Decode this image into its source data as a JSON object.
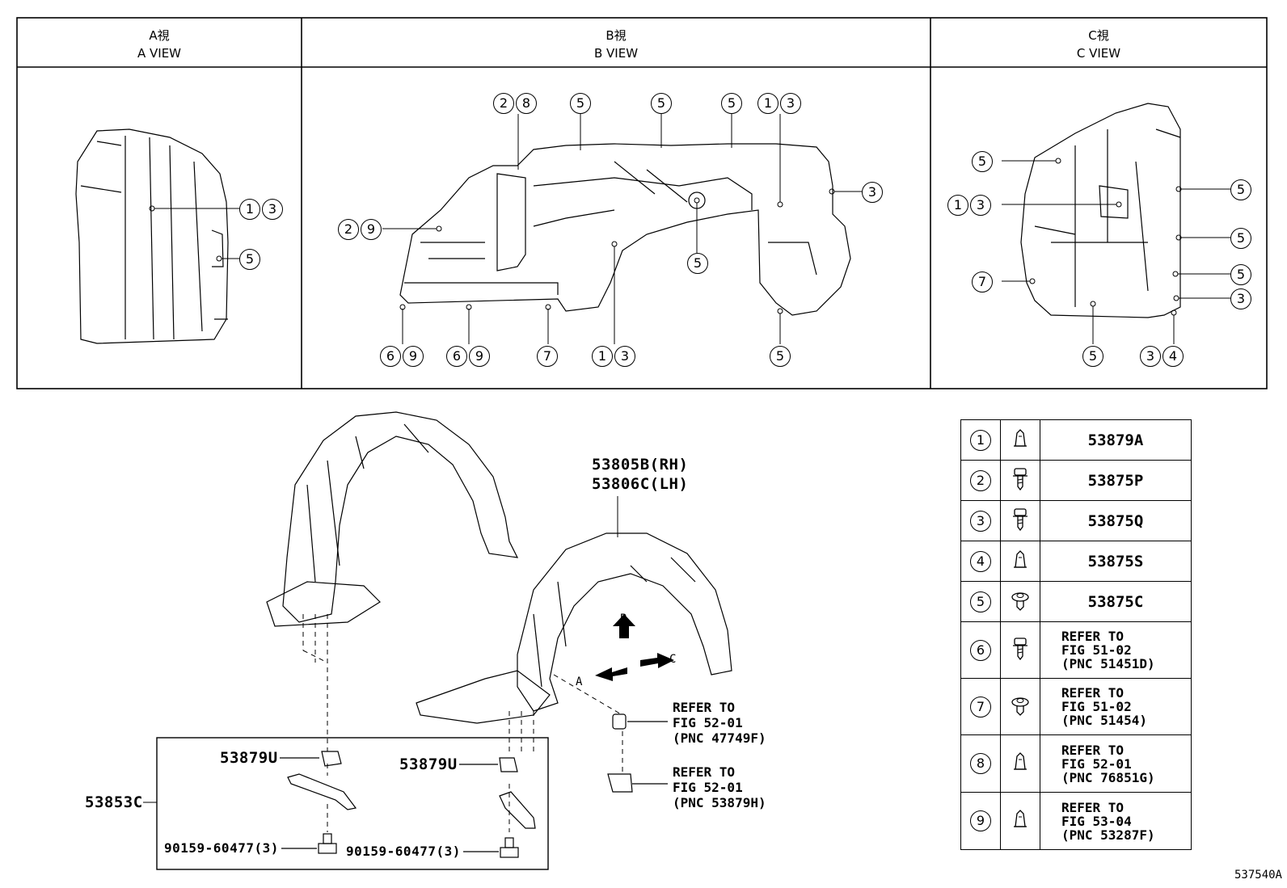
{
  "views": [
    {
      "jp": "A視",
      "en": "A VIEW"
    },
    {
      "jp": "B視",
      "en": "B VIEW"
    },
    {
      "jp": "C視",
      "en": "C VIEW"
    }
  ],
  "callouts": {
    "a_13": "13",
    "a_5": "5",
    "b_28": "28",
    "b_5a": "5",
    "b_5b": "5",
    "b_5c": "5",
    "b_13a": "13",
    "b_3": "3",
    "b_29": "29",
    "b_5d": "5",
    "b_69a": "69",
    "b_69b": "69",
    "b_7": "7",
    "b_13b": "13",
    "b_5e": "5",
    "c_5a": "5",
    "c_13": "13",
    "c_7": "7",
    "c_5b": "5",
    "c_34": "34",
    "c_5r1": "5",
    "c_5r2": "5",
    "c_5r3": "5",
    "c_3r": "3"
  },
  "main": {
    "liner_rh": "53805B(RH)",
    "liner_lh": "53806C(LH)",
    "clip_left": "53879U",
    "clip_right": "53879U",
    "bracket": "53853C",
    "bolt_left": "90159-60477(3)",
    "bolt_right": "90159-60477(3)",
    "arrow_a": "A",
    "arrow_b": "B",
    "arrow_c": "C",
    "ref1": "REFER TO\nFIG 52-01\n(PNC 47749F)",
    "ref2": "REFER TO\nFIG 52-01\n(PNC 53879H)"
  },
  "legend": [
    {
      "num": "1",
      "code": "53879A",
      "icon": "clip-icon"
    },
    {
      "num": "2",
      "code": "53875P",
      "icon": "screw-icon"
    },
    {
      "num": "3",
      "code": "53875Q",
      "icon": "screw-icon"
    },
    {
      "num": "4",
      "code": "53875S",
      "icon": "clip-icon"
    },
    {
      "num": "5",
      "code": "53875C",
      "icon": "rivet-icon"
    },
    {
      "num": "6",
      "code": "REFER TO\nFIG 51-02\n(PNC 51451D)",
      "icon": "screw-icon"
    },
    {
      "num": "7",
      "code": "REFER TO\nFIG 51-02\n(PNC 51454)",
      "icon": "rivet-icon"
    },
    {
      "num": "8",
      "code": "REFER TO\nFIG 52-01\n(PNC 76851G)",
      "icon": "clip-icon"
    },
    {
      "num": "9",
      "code": "REFER TO\nFIG 53-04\n(PNC 53287F)",
      "icon": "clip-icon"
    }
  ],
  "figure_id": "537540A"
}
